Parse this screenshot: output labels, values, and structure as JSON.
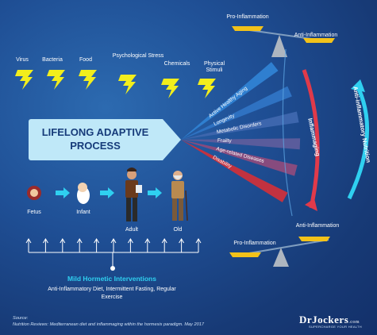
{
  "balance_top": {
    "pro": "Pro-Inflammation",
    "anti": "Anti-Inflammation"
  },
  "balance_bottom": {
    "pro": "Pro-Inflammation",
    "anti": "Anti-Inflammation"
  },
  "stressors": [
    "Virus",
    "Bacteria",
    "Food",
    "Psychological Stress",
    "Chemicals",
    "Physical Stimuli"
  ],
  "central_process": "LIFELONG ADAPTIVE PROCESS",
  "life_stages": [
    "Fetus",
    "Infant",
    "Adult",
    "Old"
  ],
  "outcomes": [
    {
      "label": "Active Healthy Aging",
      "color": "#2f7fd0"
    },
    {
      "label": "Longevity",
      "color": "#2f72c2"
    },
    {
      "label": "Metabolic Disorders",
      "color": "#3d66ad"
    },
    {
      "label": "Frailty",
      "color": "#5a5c9c"
    },
    {
      "label": "Age-related Diseases",
      "color": "#874b7e"
    },
    {
      "label": "Disability",
      "color": "#c23240"
    }
  ],
  "arrow_labels": {
    "inflammaging": "Inflammaging",
    "nutrition": "Anti-inflammatory Nutrition"
  },
  "interventions": {
    "title": "Mild Hormetic Interventions",
    "description": "Anti-Inflammatory Diet, Intermittent Fasting, Regular Exercise"
  },
  "source": {
    "label": "Source:",
    "text": "Nutrition Reviews: Mediterranean diet and inflammaging within the hormesis paradigm. May 2017"
  },
  "logo": {
    "name": "DrJockers",
    "suffix": ".com",
    "tagline": "SUPERCHARGE YOUR HEALTH"
  },
  "colors": {
    "bolt": "#f2ee1c",
    "cyan": "#2fd0f0",
    "box": "#bfe8f8",
    "pan": "#f2c21a"
  }
}
